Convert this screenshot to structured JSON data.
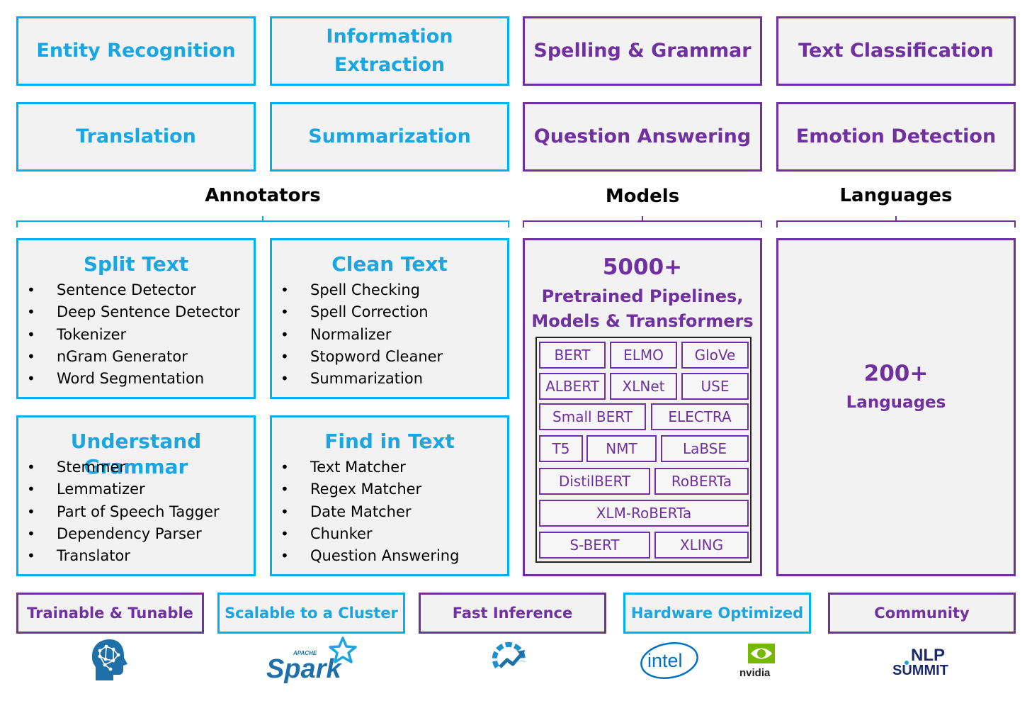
{
  "tasks": {
    "entity_recognition": "Entity Recognition",
    "information_extraction_1": "Information",
    "information_extraction_2": "Extraction",
    "spelling_grammar": "Spelling & Grammar",
    "text_classification": "Text Classification",
    "translation": "Translation",
    "summarization": "Summarization",
    "question_answering": "Question Answering",
    "emotion_detection": "Emotion Detection"
  },
  "sections": {
    "annotators": "Annotators",
    "models": "Models",
    "languages": "Languages"
  },
  "annotators": {
    "split_text": {
      "title": "Split Text",
      "items": [
        "Sentence Detector",
        "Deep Sentence Detector",
        "Tokenizer",
        "nGram Generator",
        "Word Segmentation"
      ]
    },
    "clean_text": {
      "title": "Clean Text",
      "items": [
        "Spell Checking",
        "Spell Correction",
        "Normalizer",
        "Stopword Cleaner",
        "Summarization"
      ]
    },
    "understand_grammar": {
      "title": "Understand Grammar",
      "items": [
        "Stemmer",
        "Lemmatizer",
        "Part of Speech Tagger",
        "Dependency Parser",
        "Translator"
      ]
    },
    "find_in_text": {
      "title": "Find in Text",
      "items": [
        "Text Matcher",
        "Regex Matcher",
        "Date Matcher",
        "Chunker",
        "Question Answering"
      ]
    }
  },
  "models": {
    "count": "5000+",
    "subtitle_1": "Pretrained Pipelines,",
    "subtitle_2": "Models & Transformers",
    "names": [
      "BERT",
      "ELMO",
      "GloVe",
      "ALBERT",
      "XLNet",
      "USE",
      "Small BERT",
      "ELECTRA",
      "T5",
      "NMT",
      "LaBSE",
      "DistilBERT",
      "RoBERTa",
      "XLM-RoBERTa",
      "S-BERT",
      "XLING"
    ]
  },
  "languages": {
    "count": "200+",
    "label": "Languages"
  },
  "features": {
    "trainable": "Trainable & Tunable",
    "scalable": "Scalable to a Cluster",
    "fast": "Fast Inference",
    "hardware": "Hardware Optimized",
    "community": "Community"
  },
  "logos": {
    "spark_small": "APACHE",
    "spark": "Spark",
    "intel": "intel",
    "nvidia": "nvidia",
    "nlp_summit_1": "NLP",
    "nlp_summit_2": "SUMMIT"
  },
  "colors": {
    "blue": "#00b0f0",
    "blue_text": "#1aa6e0",
    "purple": "#7030a0",
    "panel": "#f2f2f2"
  }
}
